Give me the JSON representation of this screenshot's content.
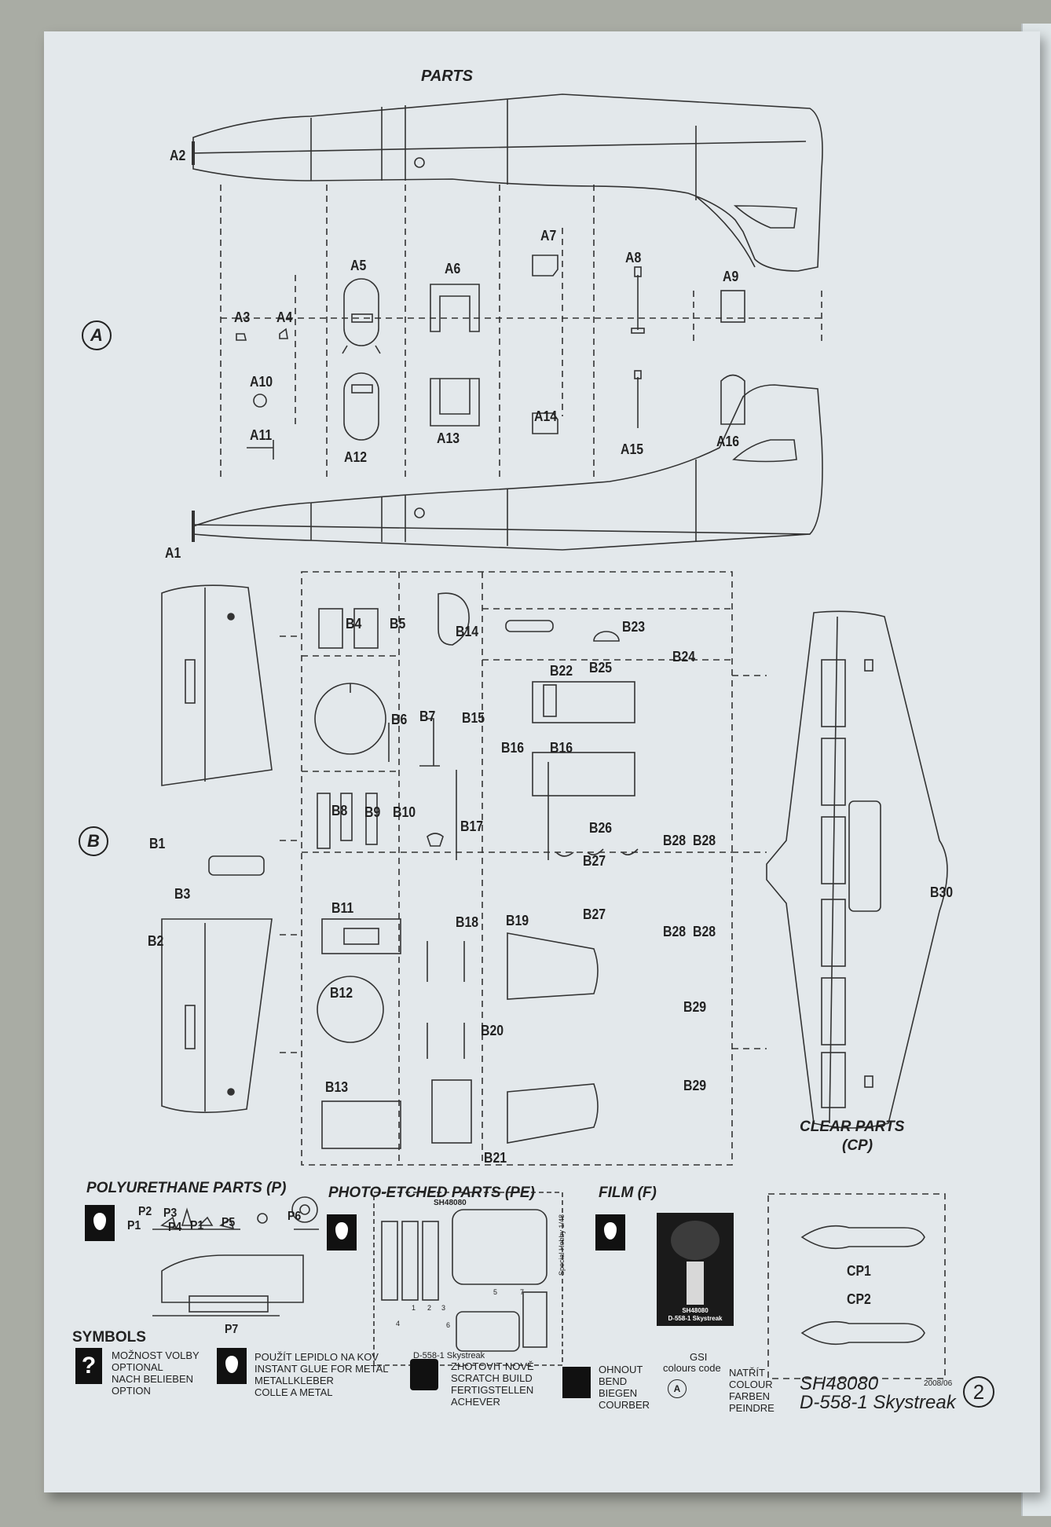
{
  "header": {
    "title": "PARTS"
  },
  "sprue_a": {
    "circle_label": "A",
    "parts": {
      "a1": "A1",
      "a2": "A2",
      "a3": "A3",
      "a4": "A4",
      "a5": "A5",
      "a6": "A6",
      "a7": "A7",
      "a8": "A8",
      "a9": "A9",
      "a10": "A10",
      "a11": "A11",
      "a12": "A12",
      "a13": "A13",
      "a14": "A14",
      "a15": "A15",
      "a16": "A16"
    }
  },
  "sprue_b": {
    "circle_label": "B",
    "parts": {
      "b1": "B1",
      "b2": "B2",
      "b3": "B3",
      "b4": "B4",
      "b5": "B5",
      "b6": "B6",
      "b7": "B7",
      "b8": "B8",
      "b9": "B9",
      "b10": "B10",
      "b11": "B11",
      "b12": "B12",
      "b13": "B13",
      "b14": "B14",
      "b15": "B15",
      "b16a": "B16",
      "b16b": "B16",
      "b17": "B17",
      "b18": "B18",
      "b19": "B19",
      "b20": "B20",
      "b21": "B21",
      "b22": "B22",
      "b23": "B23",
      "b24": "B24",
      "b25": "B25",
      "b26": "B26",
      "b27a": "B27",
      "b27b": "B27",
      "b28a": "B28",
      "b28b": "B28",
      "b28c": "B28",
      "b28d": "B28",
      "b29a": "B29",
      "b29b": "B29",
      "b30": "B30"
    }
  },
  "clear_parts": {
    "title": "CLEAR PARTS",
    "code": "(CP)",
    "cp1": "CP1",
    "cp2": "CP2"
  },
  "polyurethane": {
    "title": "POLYURETHANE PARTS (P)",
    "p1a": "P1",
    "p1b": "P1",
    "p2": "P2",
    "p3": "P3",
    "p4": "P4",
    "p5": "P5",
    "p6": "P6",
    "p7": "P7"
  },
  "photo_etched": {
    "title": "PHOTO-ETCHED PARTS (PE)",
    "code_label": "SH48080",
    "fret_name": "D-558-1 Skystreak",
    "side_text": "Special Hobby 1/48",
    "n1": "1",
    "n2": "2",
    "n3": "3",
    "n4": "4",
    "n5": "5",
    "n6": "6",
    "n7": "7"
  },
  "film": {
    "title": "FILM (F)",
    "line1": "SH48080",
    "line2": "D-558-1 Skystreak"
  },
  "symbols": {
    "title": "SYMBOLS",
    "optional": "MOŽNOST VOLBY\nOPTIONAL\nNACH BELIEBEN\nOPTION",
    "glue": "POUŽÍT LEPIDLO NA KOV\nINSTANT GLUE FOR METAL\nMETALLKLEBER\nCOLLE A METAL",
    "scratch": "ZHOTOVIT NOVĚ\nSCRATCH BUILD\nFERTIGSTELLEN\nACHEVER",
    "bend": "OHNOUT\nBEND\nBIEGEN\nCOURBER",
    "gsi_title": "GSI",
    "gsi_sub": "colours code",
    "gsi_letter": "A",
    "colour": "NATŘÍT\nCOLOUR\nFARBEN\nPEINDRE"
  },
  "footer": {
    "code": "SH48080",
    "date": "2008/06",
    "model": "D-558-1 Skystreak",
    "page": "2"
  },
  "colors": {
    "paper": "#e3e8eb",
    "ink": "#222222",
    "background": "#a9aca4"
  }
}
